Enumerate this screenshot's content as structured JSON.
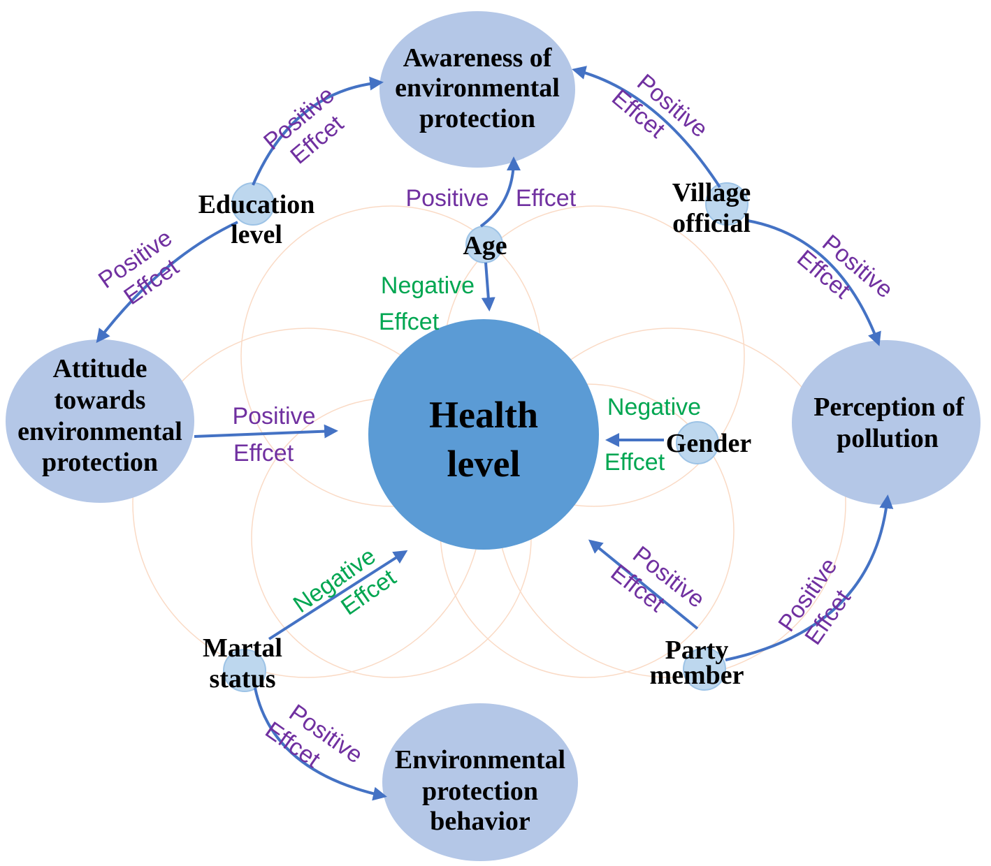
{
  "colors": {
    "outcome_fill": "#b4c7e7",
    "center_fill": "#5b9bd5",
    "factor_fill": "#bdd7ee",
    "factor_stroke": "#9dc3e6",
    "arrow": "#4472c4",
    "background_ring": "#f8cbad",
    "positive_text": "#7030a0",
    "negative_text": "#00a651"
  },
  "center": {
    "line1": "Health",
    "line2": "level"
  },
  "outcomes": {
    "awareness": {
      "line1": "Awareness of",
      "line2": "environmental",
      "line3": "protection"
    },
    "attitude": {
      "line1": "Attitude",
      "line2": "towards",
      "line3": "environmental",
      "line4": "protection"
    },
    "perception": {
      "line1": "Perception of",
      "line2": "pollution"
    },
    "behavior": {
      "line1": "Environmental",
      "line2": "protection",
      "line3": "behavior"
    }
  },
  "factors": {
    "education": {
      "line1": "Education",
      "line2": "level"
    },
    "age": {
      "line1": "Age"
    },
    "village": {
      "line1": "Village",
      "line2": "official"
    },
    "gender": {
      "line1": "Gender"
    },
    "marital": {
      "line1": "Martal",
      "line2": "status"
    },
    "party": {
      "line1": "Party",
      "line2": "member"
    }
  },
  "edges": {
    "edu_awareness": {
      "line1": "Positive",
      "line2": "Effcet"
    },
    "edu_attitude": {
      "line1": "Positive",
      "line2": "Effcet"
    },
    "age_awareness": {
      "line1": "Positive",
      "line2": "Effcet"
    },
    "age_health": {
      "line1": "Negative",
      "line2": "Effcet"
    },
    "village_awareness": {
      "line1": "Positive",
      "line2": "Effcet"
    },
    "village_perception": {
      "line1": "Positive",
      "line2": "Effcet"
    },
    "attitude_health": {
      "line1": "Positive",
      "line2": "Effcet"
    },
    "gender_health": {
      "line1": "Negative",
      "line2": "Effcet"
    },
    "marital_health": {
      "line1": "Negative",
      "line2": "Effcet"
    },
    "marital_behavior": {
      "line1": "Positive",
      "line2": "Effcet"
    },
    "party_health": {
      "line1": "Positive",
      "line2": "Effcet"
    },
    "party_perception": {
      "line1": "Positive",
      "line2": "Effcet"
    }
  }
}
